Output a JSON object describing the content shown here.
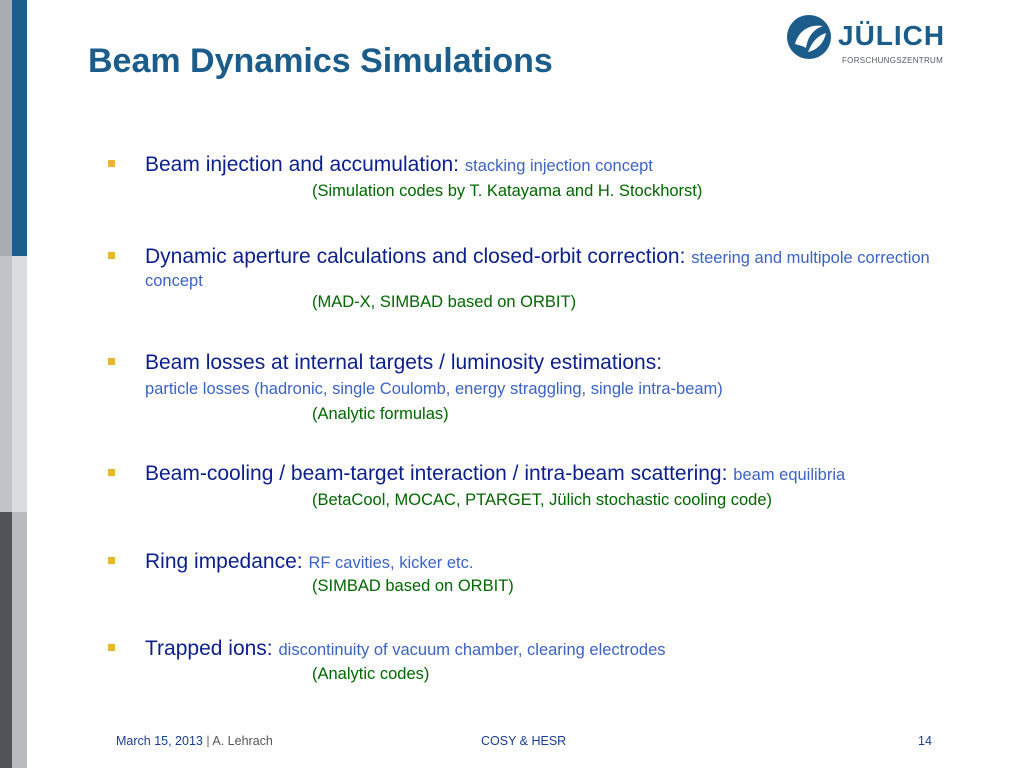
{
  "slide": {
    "title": "Beam Dynamics Simulations"
  },
  "logo": {
    "name": "JÜLICH",
    "subtitle": "FORSCHUNGSZENTRUM",
    "color": "#1c5c8a"
  },
  "bullets": [
    {
      "heading": "Beam injection and accumulation:",
      "detail": "stacking injection concept",
      "codes": "(Simulation codes by T. Katayama and H. Stockhorst)"
    },
    {
      "heading": "Dynamic aperture calculations and closed-orbit correction:",
      "detail": "steering  and multipole correction concept",
      "codes": "(MAD-X, SIMBAD based on ORBIT)"
    },
    {
      "heading": "Beam losses at internal targets / luminosity estimations:",
      "detail": "particle losses  (hadronic, single Coulomb, energy straggling, single intra-beam)",
      "codes": "(Analytic formulas)"
    },
    {
      "heading": "Beam-cooling / beam-target interaction / intra-beam scattering:",
      "detail": "beam equilibria",
      "codes": "(BetaCool, MOCAC, PTARGET, Jülich stochastic cooling code)"
    },
    {
      "heading": "Ring impedance:",
      "detail": "RF cavities, kicker etc.",
      "codes": "(SIMBAD based on ORBIT)"
    },
    {
      "heading": "Trapped ions:",
      "detail": "discontinuity of vacuum chamber, clearing electrodes",
      "codes": "(Analytic codes)"
    }
  ],
  "footer": {
    "date": "March 15, 2013",
    "separator": "|",
    "author": "A. Lehrach",
    "center": "COSY & HESR",
    "page_number": "14"
  },
  "colors": {
    "heading": "#0c1f8c",
    "detail": "#3c63c4",
    "codes": "#006600",
    "bullet_marker": "#e8b535"
  }
}
